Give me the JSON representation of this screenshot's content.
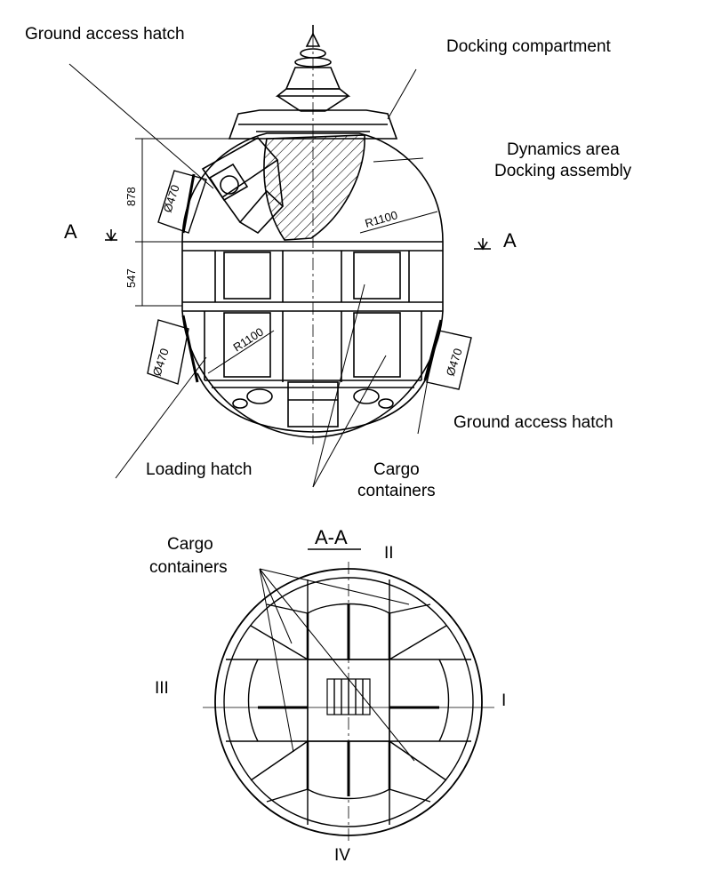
{
  "labels": {
    "ground_hatch_top": "Ground access hatch",
    "docking_compartment": "Docking compartment",
    "dynamics_area": "Dynamics area",
    "docking_assembly": "Docking assembly",
    "ground_hatch_right": "Ground access hatch",
    "loading_hatch": "Loading hatch",
    "cargo_containers_1a": "Cargo",
    "cargo_containers_1b": "containers",
    "cargo_containers_2a": "Cargo",
    "cargo_containers_2b": "containers"
  },
  "section": {
    "title": "A-A",
    "marker_left": "A",
    "marker_right": "A",
    "roman_top": "II",
    "roman_left": "III",
    "roman_right": "I",
    "roman_bottom": "IV"
  },
  "dimensions": {
    "height_upper": "878",
    "height_middle": "547",
    "radius_upper": "R1100",
    "radius_lower": "R1100",
    "hatch_dia_left_upper": "Ø470",
    "hatch_dia_left_lower": "Ø470",
    "hatch_dia_right": "Ø470"
  }
}
